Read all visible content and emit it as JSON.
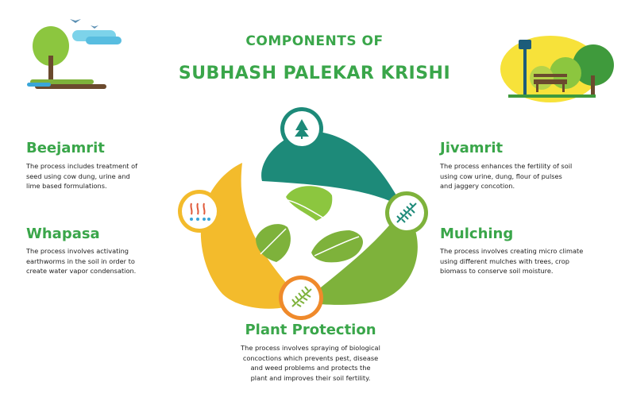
{
  "header": {
    "title_line1": "COMPONENTS OF",
    "title_line2": "SUBHASH PALEKAR KRISHI"
  },
  "components": [
    {
      "title": "Beejamrit",
      "description": [
        "The process includes treatment of",
        "seed using cow dung, urine and",
        "lime based formulations."
      ],
      "icon": "plant-sprout-icon"
    },
    {
      "title": "Jivamrit",
      "description": [
        "The process enhances the fertility of soil",
        "using  cow urine, dung, flour of pulses",
        "and  jaggery concotion."
      ],
      "icon": "fern-leaf-icon"
    },
    {
      "title": "Whapasa",
      "description": [
        "The process involves activating",
        "earthworms in the soil in order to",
        "create water vapor condensation."
      ],
      "icon": "water-vapor-icon"
    },
    {
      "title": "Mulching",
      "description": [
        "The process involves creating micro climate",
        "using different mulches with trees, crop",
        "biomass to conserve soil moisture."
      ],
      "icon": "fern-leaf-icon"
    },
    {
      "title": "Plant Protection",
      "description": [
        "The process involves spraying of biological",
        "concoctions which prevents pest, disease",
        "and weed problems and protects the",
        "plant and improves their soil fertility."
      ],
      "icon": "fern-leaf-icon"
    }
  ],
  "colors": {
    "title_green": "#3aa64a",
    "teal": "#1d8a79",
    "olive_green": "#7eb23b",
    "yellow": "#f3bb2c",
    "leaf_green": "#8cc63f"
  }
}
